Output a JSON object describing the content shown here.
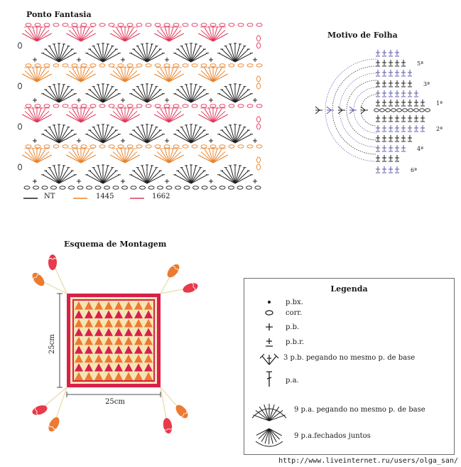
{
  "chart": {
    "title": "Ponto Fantasia",
    "key": [
      {
        "label": "NT",
        "color": "#1f1f1f"
      },
      {
        "label": "1445",
        "color": "#e8822a"
      },
      {
        "label": "1662",
        "color": "#e0385a"
      }
    ],
    "color_pattern_top_to_bottom": [
      "#e0385a",
      "#1f1f1f",
      "#e8822a",
      "#1f1f1f",
      "#e0385a",
      "#1f1f1f",
      "#e8822a",
      "#1f1f1f"
    ]
  },
  "leaf": {
    "title": "Motivo de Folha",
    "row_labels": [
      "5ª",
      "3ª",
      "1ª",
      "2ª",
      "4ª",
      "6ª"
    ],
    "colors": {
      "ink": "#1f1f1f",
      "blue": "#5a5aa8"
    }
  },
  "assembly": {
    "title": "Esquema de Montagem",
    "width_label": "25cm",
    "height_label": "25cm",
    "colors": {
      "frame": "#d8204a",
      "cream": "#f5e4b4",
      "orange": "#ec7a30",
      "red": "#d8204a",
      "leaf_red": "#e83a4a",
      "leaf_orange": "#ec7a30"
    }
  },
  "legend": {
    "title": "Legenda",
    "items": [
      {
        "symbol": "dot-icon",
        "label": "p.bx."
      },
      {
        "symbol": "chain-oval-icon",
        "label": "corr."
      },
      {
        "symbol": "plus-icon",
        "label": "p.b."
      },
      {
        "symbol": "plus-minus-icon",
        "label": "p.b.r."
      },
      {
        "symbol": "three-sc-fan-icon",
        "label": "3 p.b. pegando no mesmo p. de base"
      },
      {
        "symbol": "dc-icon",
        "label": "p.a."
      },
      {
        "symbol": "nine-dc-shell-icon",
        "label": "9 p.a. pegando no mesmo p. de base"
      },
      {
        "symbol": "nine-dc-cluster-icon",
        "label": "9 p.a.fechados juntos"
      }
    ]
  },
  "footer": {
    "url": "http://www.liveinternet.ru/users/olga_san/"
  }
}
